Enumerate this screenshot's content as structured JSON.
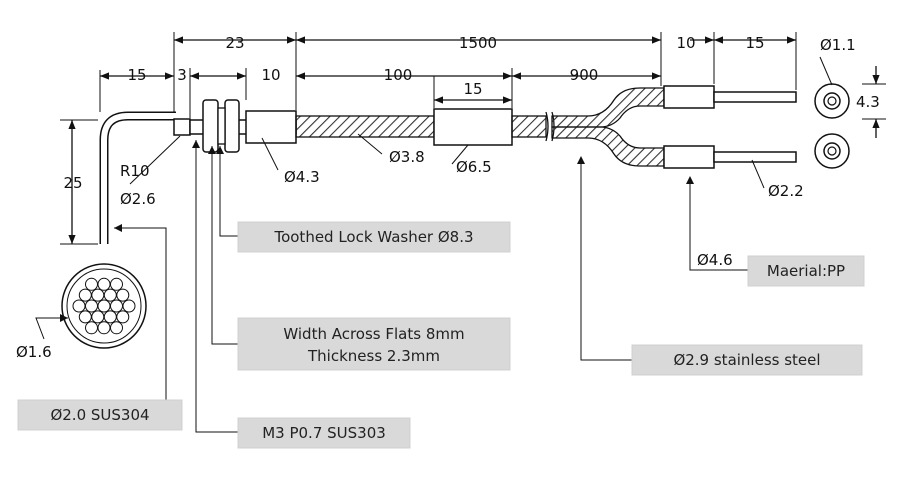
{
  "dimensions": {
    "top_23": "23",
    "top_1500": "1500",
    "top_10": "10",
    "top_15": "15",
    "left_15": "15",
    "left_3": "3",
    "left_10": "10",
    "mid_100": "100",
    "mid_15": "15",
    "mid_900": "900",
    "height_25": "25",
    "radius": "R10",
    "dia_tip": "Ø2.6",
    "dia_bundle": "Ø1.6",
    "dia_sleeve": "Ø4.3",
    "dia_cable": "Ø3.8",
    "dia_joint": "Ø6.5",
    "dia_end": "Ø2.2",
    "dia_ferrule": "Ø4.6",
    "dia_core": "Ø1.1",
    "end_width": "4.3"
  },
  "callouts": {
    "washer": "Toothed Lock Washer Ø8.3",
    "nut_line1": "Width Across Flats 8mm",
    "nut_line2": "Thickness 2.3mm",
    "probe": "Ø2.0   SUS304",
    "thread": "M3 P0.7 SUS303",
    "sheath": "Ø2.9 stainless steel",
    "material": "Maerial:PP"
  },
  "colors": {
    "line": "#111111",
    "label_box": "#d9d9d9"
  }
}
